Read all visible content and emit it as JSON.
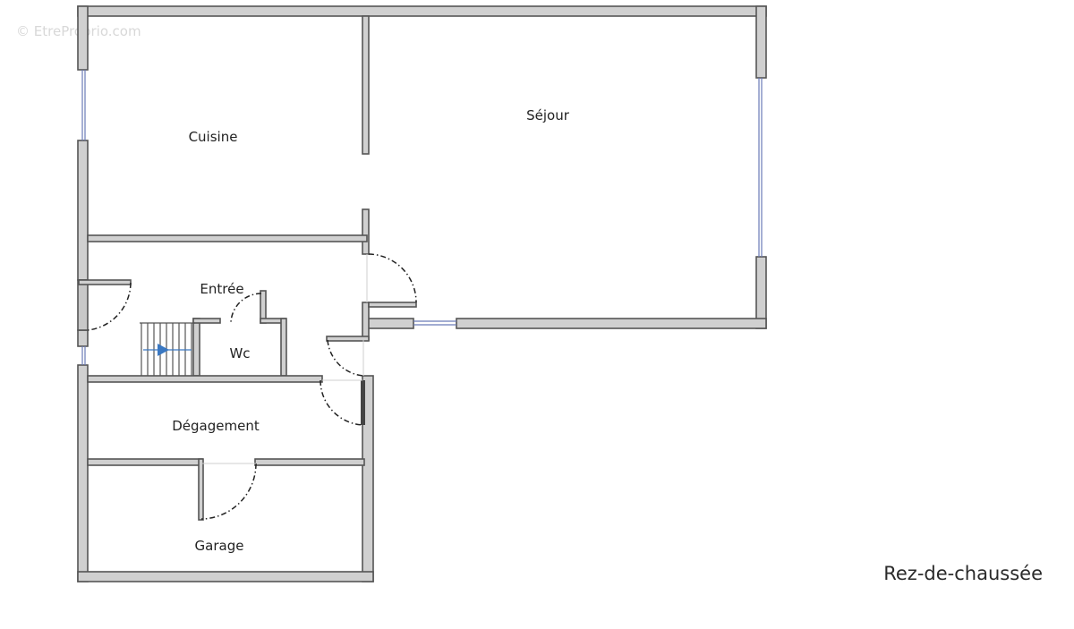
{
  "watermark": "© EtreProprio.com",
  "floor_title": "Rez-de-chaussée",
  "rooms": {
    "cuisine": "Cuisine",
    "sejour": "Séjour",
    "entree": "Entrée",
    "wc": "Wc",
    "degagement": "Dégagement",
    "garage": "Garage"
  },
  "colors": {
    "wall_fill": "#d0d0d0",
    "wall_stroke": "#555555",
    "window": "#6a7ab8",
    "stair_arrow": "#3a78c2"
  }
}
